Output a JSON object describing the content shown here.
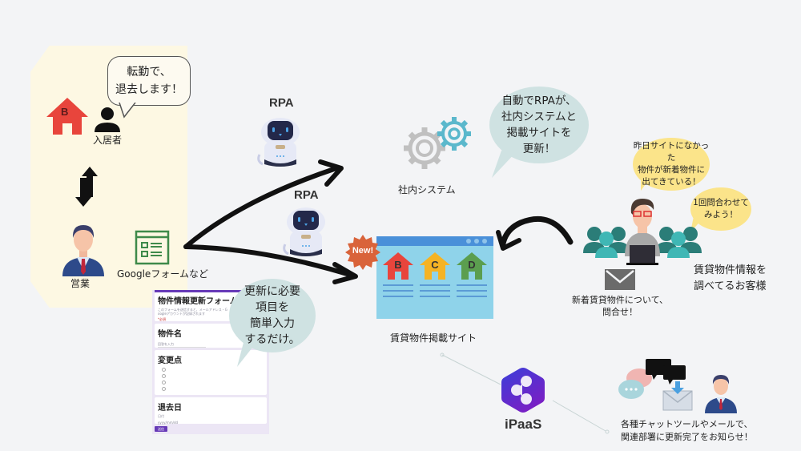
{
  "tenant": {
    "speech": [
      "転勤で、",
      "退去します！"
    ],
    "house_letter": "B",
    "label": "入居者"
  },
  "sales": {
    "label": "営業",
    "form_tool_label": "Googleフォームなど"
  },
  "rpa": {
    "top_label": "RPA",
    "bottom_label": "RPA"
  },
  "form": {
    "title": "物件情報更新フォーム",
    "description": "このフォームを送信すると、メールアドレス・Googleアカウントが記録されます",
    "required_note": "*必須",
    "field_property_name": "物件名",
    "field_property_placeholder": "回答を入力",
    "field_changes": "変更点",
    "changes_option_count": 4,
    "field_move_out_date": "退去日",
    "date_label": "日付",
    "date_placeholder": "yyyy/mm/dd",
    "submit_label": "送信",
    "speech": [
      "更新に必要",
      "項目を",
      "簡単入力",
      "するだけ。"
    ]
  },
  "internal_system": {
    "label": "社内システム",
    "speech": [
      "自動でRPAが、",
      "社内システムと",
      "掲載サイトを",
      "更新！"
    ]
  },
  "listing_site": {
    "label": "賃貸物件掲載サイト",
    "badge": "New!",
    "houses": [
      {
        "letter": "B",
        "color": "#e8453c"
      },
      {
        "letter": "C",
        "color": "#f5b324"
      },
      {
        "letter": "D",
        "color": "#5b9e4f"
      }
    ]
  },
  "customers": {
    "speech_1": [
      "昨日サイトになかった",
      "物件が新着物件に",
      "出てきている！"
    ],
    "speech_2": [
      "1回問合わせて",
      "みよう！"
    ],
    "label": [
      "賃貸物件情報を",
      "調べてるお客様"
    ],
    "inquiry": [
      "新着賃貸物件について、",
      "問合せ！"
    ]
  },
  "ipaas": {
    "label": "iPaaS"
  },
  "notify": {
    "label": [
      "各種チャットツールやメールで、",
      "関連部署に更新完了をお知らせ！"
    ]
  },
  "colors": {
    "background": "#f3f4f6",
    "panel": "#fdf8e3",
    "bubble_teal": "#cfe2e2",
    "bubble_yellow": "#fbe48a",
    "house_red": "#e8453c",
    "form_green": "#3f8a4a",
    "ipaas_purple": "#5a2fd0",
    "new_badge": "#d9633a"
  }
}
